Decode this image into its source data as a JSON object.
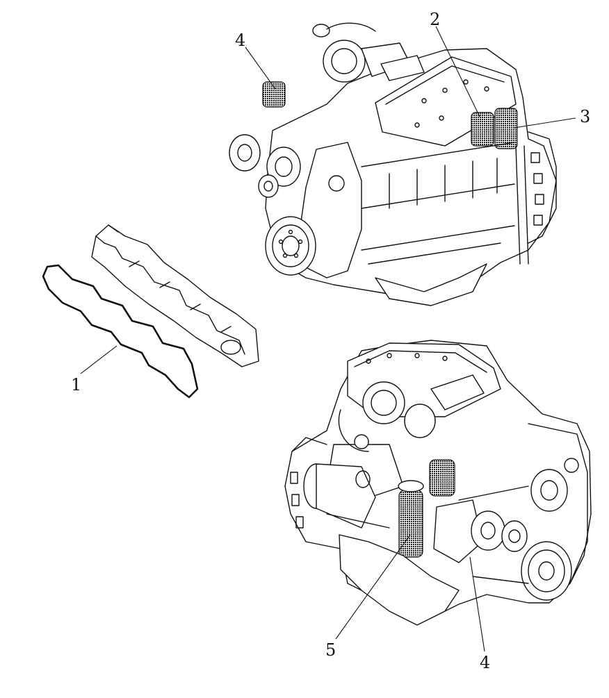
{
  "figure": {
    "background": "#ffffff",
    "ink": "#111111"
  },
  "callouts": [
    {
      "id": "1",
      "label": "1"
    },
    {
      "id": "2",
      "label": "2"
    },
    {
      "id": "3",
      "label": "3"
    },
    {
      "id": "4a",
      "label": "4"
    },
    {
      "id": "4b",
      "label": "4"
    },
    {
      "id": "5",
      "label": "5"
    }
  ],
  "parts": [
    {
      "name": "valve-cover-gasket",
      "callout": "1"
    },
    {
      "name": "fuel-filter-upper",
      "callout": "2"
    },
    {
      "name": "oil-filter-upper",
      "callout": "3"
    },
    {
      "name": "filter-element",
      "callout": "4"
    },
    {
      "name": "oil-filter-lower",
      "callout": "5"
    }
  ]
}
